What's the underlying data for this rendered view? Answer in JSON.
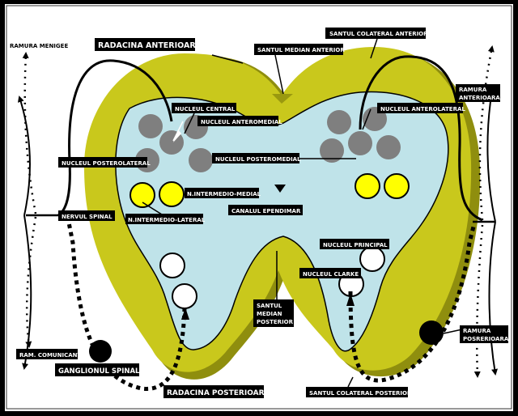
{
  "colors": {
    "frame": "#000000",
    "background": "#ffffff",
    "white_matter": "#c9c81c",
    "white_matter_shadow": "#8f8e0e",
    "grey_matter": "#bfe3e9",
    "motor_nuclei": "#7f7f7f",
    "intermediate_nuclei": "#ffff00",
    "posterior_nuclei": "#ffffff",
    "label_box": "#000000",
    "label_text": "#ffffff"
  },
  "labels": {
    "ramura_menigee": "RAMURA MENIGEE",
    "radacina_anterioara": "RADACINA ANTERIOARA",
    "santul_median_anterior": "SANTUL MEDIAN ANTERIOR",
    "santul_colateral_anterior": "SANTUL COLATERAL ANTERIOR",
    "ramura_anterioara_1": "RAMURA",
    "ramura_anterioara_2": "ANTERIOARA",
    "nucleul_central": "NUCLEUL CENTRAL",
    "nucleul_anteromedial": "NUCLEUL ANTEROMEDIAL",
    "nucleul_anterolateral": "NUCLEUL ANTEROLATERAL",
    "nucleul_posterolateral": "NUCLEUL POSTEROLATERAL",
    "nucleul_posteromedial": "NUCLEUL POSTEROMEDIAL",
    "n_intermedio_medial": "N.INTERMEDIO-MEDIAL",
    "n_intermedio_lateral": "N.INTERMEDIO-LATERAL",
    "nervul_spinal": "NERVUL SPINAL",
    "canalul_ependimar": "CANALUL EPENDIMAR",
    "nucleul_principal": "NUCLEUL PRINCIPAL",
    "nucleul_clarke": "NUCLEUL CLARKE",
    "santul_median_posterior_1": "SANTUL",
    "santul_median_posterior_2": "MEDIAN",
    "santul_median_posterior_3": "POSTERIOR",
    "ramura_posterioara_1": "RAMURA",
    "ramura_posterioara_2": "POSRERIOARA",
    "ram_comunicant": "RAM. COMUNICANT",
    "ganglionul_spinal": "GANGLIONUL SPINAL",
    "radacina_posterioara": "RADACINA POSTERIOARA",
    "santul_colateral_posterior": "SANTUL COLATERAL POSTERIOR"
  }
}
